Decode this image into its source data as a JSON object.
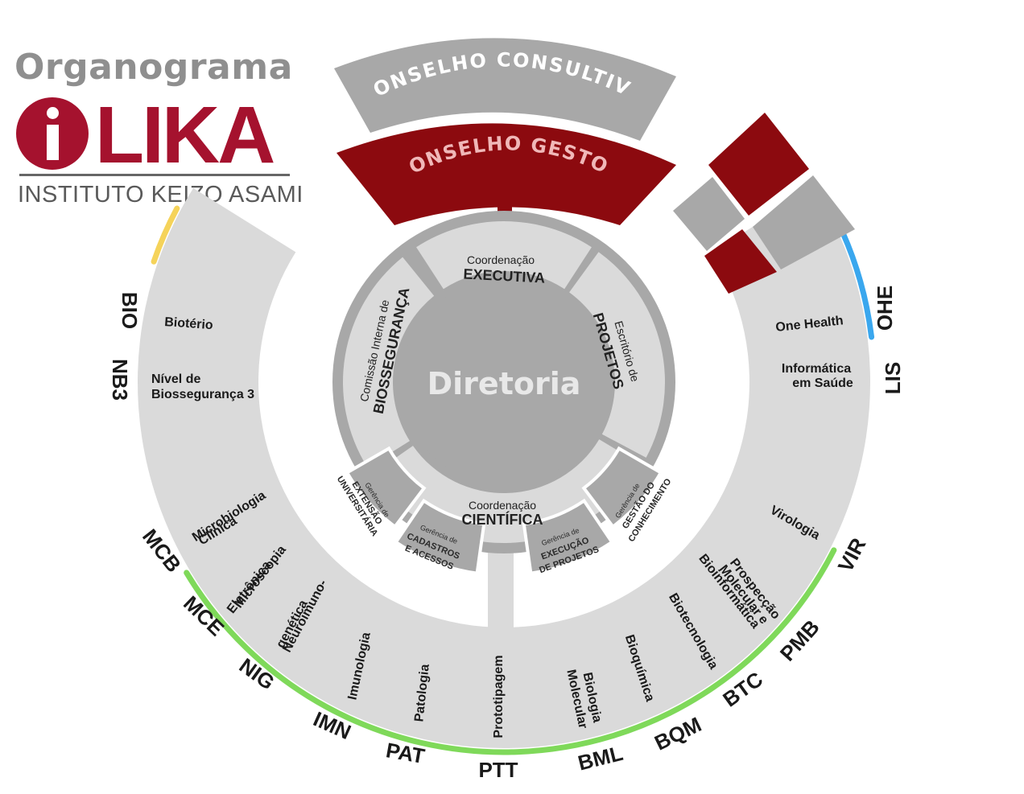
{
  "title": "Organograma",
  "logo": {
    "word": "LIKA",
    "subtitle": "INSTITUTO KEIZO ASAMI"
  },
  "councils": {
    "consultivo": "CONSELHO  CONSULTIVO",
    "gestor": "CONSELHO GESTOR"
  },
  "center": "Diretoria",
  "inner_sections": {
    "executiva_top": "Coordenação",
    "executiva_bottom": "EXECUTIVA",
    "bio_top": "Comissão Interna de",
    "bio_bottom": "BIOSSEGURANÇA",
    "proj_top": "Escritório de",
    "proj_bottom": "PROJETOS",
    "cient_top": "Coordenação",
    "cient_bottom": "CIENTÍFICA"
  },
  "gerencias": {
    "prefix": "Gerência de",
    "extensao_1": "EXTENSÃO",
    "extensao_2": "UNIVERSITÁRIA",
    "cadastros_1": "CADASTROS",
    "cadastros_2": "E ACESSOS",
    "execucao_1": "EXECUÇÃO",
    "execucao_2": "DE PROJETOS",
    "gestao_1": "GESTÃO DO",
    "gestao_2": "CONHECIMENTO"
  },
  "left_units": {
    "bio_label": "Biotério",
    "nb3_label_1": "Nível de",
    "nb3_label_2": "Biossegurança 3",
    "bio_code": "BIO",
    "nb3_code": "NB3"
  },
  "right_units": {
    "ohe_label": "One Health",
    "lis_label_1": "Informática",
    "lis_label_2": "em Saúde",
    "ohe_code": "OHE",
    "lis_code": "LIS"
  },
  "labs": {
    "mcb": {
      "l1": "Microbiologia",
      "l2": "Clínica",
      "code": "MCB"
    },
    "mce": {
      "l1": "Microscopia",
      "l2": "Eletrônica",
      "code": "MCE"
    },
    "nig": {
      "l1": "Neuroimuno-",
      "l2": "genética",
      "code": "NIG"
    },
    "imn": {
      "l1": "Imunologia",
      "code": "IMN"
    },
    "pat": {
      "l1": "Patologia",
      "code": "PAT"
    },
    "ptt": {
      "l1": "Prototipagem",
      "code": "PTT"
    },
    "bml": {
      "l1": "Biologia",
      "l2": "Molecular",
      "code": "BML"
    },
    "bqm": {
      "l1": "Bioquímica",
      "code": "BQM"
    },
    "btc": {
      "l1": "Biotecnologia",
      "code": "BTC"
    },
    "pmb": {
      "l1": "Prospecção",
      "l2": "Molecular e",
      "l3": "Bioinformática",
      "code": "PMB"
    },
    "vir": {
      "l1": "Virologia",
      "code": "VIR"
    }
  },
  "colors": {
    "brand_red": "#8c0a0f",
    "grey_dark": "#a8a8a8",
    "grey_mid": "#bdbdbd",
    "grey_light": "#dadada",
    "yellow": "#f5d35a",
    "blue": "#3aa7ee",
    "green": "#7fd95a"
  }
}
